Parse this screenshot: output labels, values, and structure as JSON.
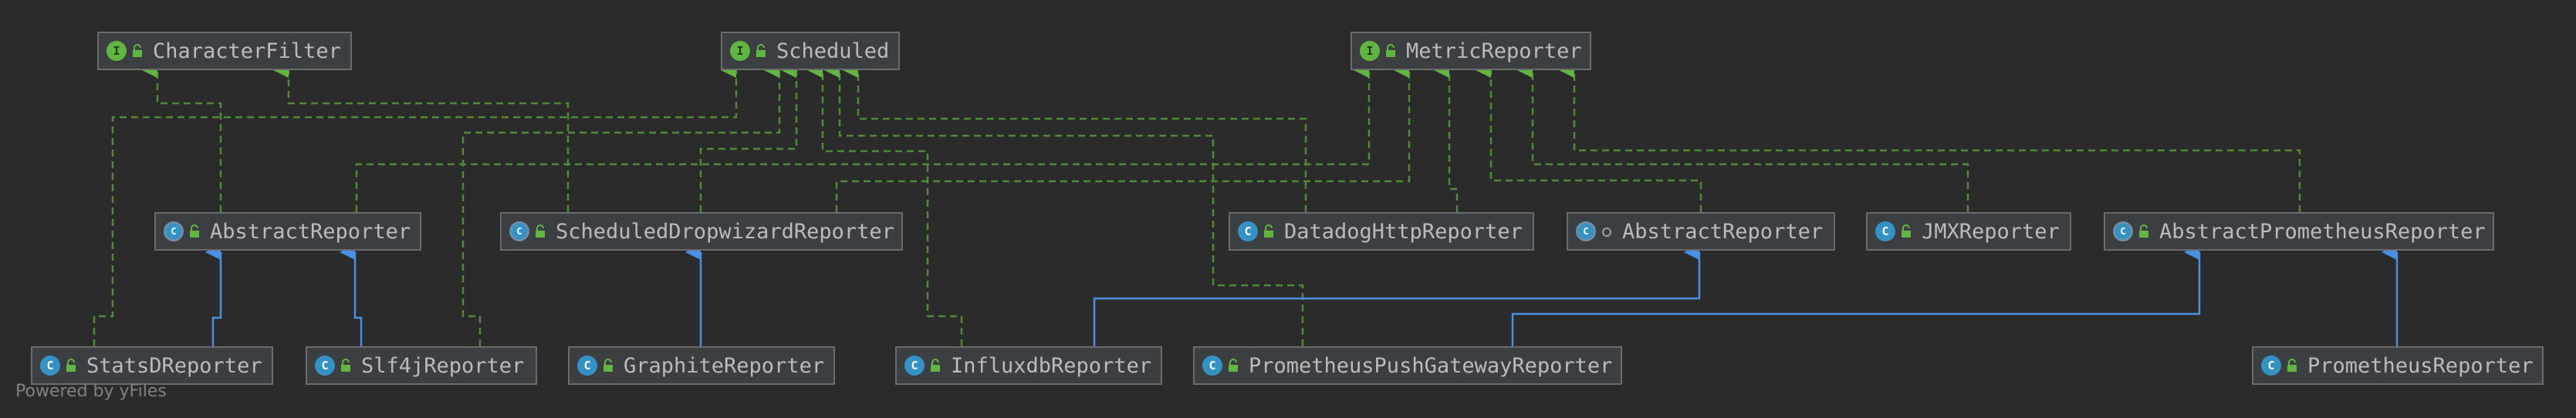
{
  "colors": {
    "background": "#2b2b2b",
    "node_fill": "#3c3f41",
    "node_border": "#6b6b6b",
    "implements_edge": "#4f8a3a",
    "extends_edge": "#4a90e2",
    "text": "#bbbbbb"
  },
  "nodes": [
    {
      "id": "characterfilter",
      "kind": "interface",
      "badge": "I",
      "visibility": "public",
      "label": "CharacterFilter"
    },
    {
      "id": "scheduled",
      "kind": "interface",
      "badge": "I",
      "visibility": "public",
      "label": "Scheduled"
    },
    {
      "id": "metricreporter",
      "kind": "interface",
      "badge": "I",
      "visibility": "public",
      "label": "MetricReporter"
    },
    {
      "id": "abstractreporter1",
      "kind": "abstract",
      "badge": "C",
      "visibility": "public",
      "label": "AbstractReporter"
    },
    {
      "id": "scheduleddw",
      "kind": "abstract",
      "badge": "C",
      "visibility": "public",
      "label": "ScheduledDropwizardReporter"
    },
    {
      "id": "datadog",
      "kind": "class",
      "badge": "C",
      "visibility": "public",
      "label": "DatadogHttpReporter"
    },
    {
      "id": "abstractreporter2",
      "kind": "abstract",
      "badge": "C",
      "visibility": "package",
      "label": "AbstractReporter"
    },
    {
      "id": "jmx",
      "kind": "class",
      "badge": "C",
      "visibility": "public",
      "label": "JMXReporter"
    },
    {
      "id": "abstractprom",
      "kind": "abstract",
      "badge": "C",
      "visibility": "public",
      "label": "AbstractPrometheusReporter"
    },
    {
      "id": "statsd",
      "kind": "class",
      "badge": "C",
      "visibility": "public",
      "label": "StatsDReporter"
    },
    {
      "id": "slf4j",
      "kind": "class",
      "badge": "C",
      "visibility": "public",
      "label": "Slf4jReporter"
    },
    {
      "id": "graphite",
      "kind": "class",
      "badge": "C",
      "visibility": "public",
      "label": "GraphiteReporter"
    },
    {
      "id": "influxdb",
      "kind": "class",
      "badge": "C",
      "visibility": "public",
      "label": "InfluxdbReporter"
    },
    {
      "id": "prompushgw",
      "kind": "class",
      "badge": "C",
      "visibility": "public",
      "label": "PrometheusPushGatewayReporter"
    },
    {
      "id": "prometheus",
      "kind": "class",
      "badge": "C",
      "visibility": "public",
      "label": "PrometheusReporter"
    }
  ],
  "edges": [
    {
      "from": "abstractreporter1",
      "to": "characterfilter",
      "type": "implements"
    },
    {
      "from": "scheduleddw",
      "to": "characterfilter",
      "type": "implements"
    },
    {
      "from": "statsd",
      "to": "scheduled",
      "type": "implements"
    },
    {
      "from": "abstractreporter1",
      "to": "metricreporter",
      "type": "implements"
    },
    {
      "from": "slf4j",
      "to": "scheduled",
      "type": "implements"
    },
    {
      "from": "scheduleddw",
      "to": "scheduled",
      "type": "implements"
    },
    {
      "from": "scheduleddw",
      "to": "metricreporter",
      "type": "implements"
    },
    {
      "from": "datadog",
      "to": "scheduled",
      "type": "implements"
    },
    {
      "from": "datadog",
      "to": "metricreporter",
      "type": "implements"
    },
    {
      "from": "influxdb",
      "to": "scheduled",
      "type": "implements"
    },
    {
      "from": "prompushgw",
      "to": "scheduled",
      "type": "implements"
    },
    {
      "from": "abstractreporter2",
      "to": "metricreporter",
      "type": "implements"
    },
    {
      "from": "jmx",
      "to": "metricreporter",
      "type": "implements"
    },
    {
      "from": "abstractprom",
      "to": "metricreporter",
      "type": "implements"
    },
    {
      "from": "statsd",
      "to": "abstractreporter1",
      "type": "extends"
    },
    {
      "from": "slf4j",
      "to": "abstractreporter1",
      "type": "extends"
    },
    {
      "from": "graphite",
      "to": "scheduleddw",
      "type": "extends"
    },
    {
      "from": "influxdb",
      "to": "abstractreporter2",
      "type": "extends"
    },
    {
      "from": "prompushgw",
      "to": "abstractprom",
      "type": "extends"
    },
    {
      "from": "prometheus",
      "to": "abstractprom",
      "type": "extends"
    }
  ],
  "footer": "Powered by yFiles"
}
